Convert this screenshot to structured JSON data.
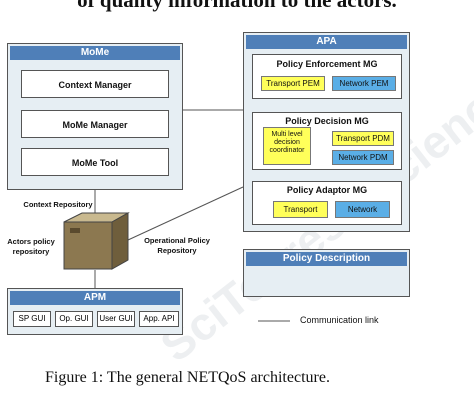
{
  "header_fragment": "of quality information to the actors.",
  "mome": {
    "title": "MoMe",
    "items": [
      "Context Manager",
      "MoMe Manager",
      "MoMe Tool"
    ]
  },
  "apa": {
    "title": "APA",
    "enforcement": {
      "title": "Policy Enforcement MG",
      "items": [
        "Transport PEM",
        "Network PEM"
      ]
    },
    "decision": {
      "title": "Policy Decision MG",
      "coordinator": "Multi level decision coordinator",
      "items": [
        "Transport PDM",
        "Network PDM"
      ]
    },
    "adaptor": {
      "title": "Policy Adaptor MG",
      "items": [
        "Transport",
        "Network"
      ]
    }
  },
  "labels": {
    "context_repository": "Context Repository",
    "actors_repository": "Actors policy repository",
    "operational_repository": "Operational Policy Repository"
  },
  "apm": {
    "title": "APM",
    "items": [
      "SP GUI",
      "Op. GUI",
      "User GUI",
      "App. API"
    ]
  },
  "policy_description": {
    "title": "Policy Description"
  },
  "legend": {
    "communication_link": "Communication link"
  },
  "caption": "Figure 1: The general NETQoS architecture.",
  "watermark": "SciTePress Science and Technology Publications",
  "colors": {
    "bar": "#4f7fb8",
    "panel": "#e6eef3",
    "yellow": "#ffff5a",
    "blue": "#5aaee6"
  }
}
